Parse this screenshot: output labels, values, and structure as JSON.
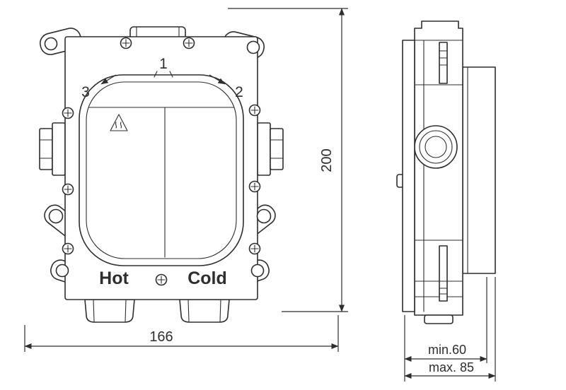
{
  "colors": {
    "line": "#2e2e2e",
    "background": "#ffffff"
  },
  "front_view": {
    "port_top_label": "1",
    "port_right_label": "2",
    "port_left_label": "3",
    "hot_label": "Hot",
    "cold_label": "Cold",
    "warning_icon": "hot-surface-warning-icon"
  },
  "dimensions": {
    "overall_width": "166",
    "overall_height": "200",
    "depth_min": "min.60",
    "depth_max": "max. 85"
  }
}
